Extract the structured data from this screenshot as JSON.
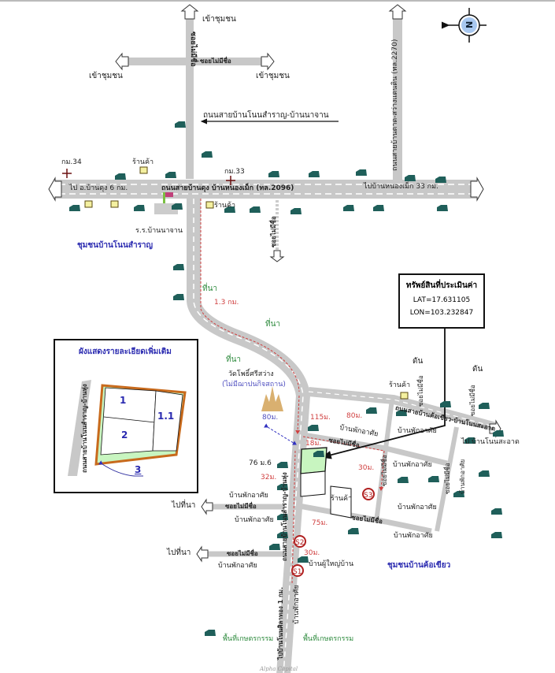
{
  "north_label": "N",
  "labels": {
    "enter_community_top": "เข้าชุมชน",
    "enter_community_left": "เข้าชุมชน",
    "enter_community_right": "เข้าชุมชน",
    "soi_no_name_vertical_top": "ซอยไม่มีชื่อ",
    "soi_no_name_horizontal_top": "ซอยไม่มีชื่อ",
    "road_bonsaran_nachan": "ถนนสายบ้านโนนสำราญ-บ้านนาจาน",
    "road_2270": "ถนนสายบ้านตาด-สว่างแดนดิน (ทล.2270)",
    "km34": "กม.34",
    "km33": "กม.33",
    "shop_1": "ร้านค้า",
    "shop_2": "ร้านค้า",
    "shop_3": "ร้านค้า",
    "shop_4": "ร้านค้า",
    "to_bankhung": "ไป อ.บ้านดุง 6 กม.",
    "highway_name": "ถนนสายบ้านดุง บ้านหนองเม็ก (ทล.2096)",
    "to_nongmek": "ไปบ้านหนองเม็ก 33 กม.",
    "school": "ร.ร.บ้านนาจาน",
    "community_bonsaran": "ชุมชนบ้านโนนสำราญ",
    "soi_no_name_mid": "ซอยไม่มีชื่อ",
    "rice_field_1": "ที่นา",
    "rice_field_2": "ที่นา",
    "rice_field_3": "ที่นา",
    "dist_13km": "1.3 กม.",
    "temple": "วัดโพธิ์ศรีสว่าง",
    "temple_note": "(ไม่มีฌาปนกิจสถาน)",
    "dist_80m_blue": "80ม.",
    "dist_115m": "115ม.",
    "dist_80m": "80ม.",
    "dist_18m": "18ม.",
    "dist_32m": "32ม.",
    "dist_30m_right": "30ม.",
    "dist_75m": "75ม.",
    "dist_30m_bottom": "30ม.",
    "house_76": "76 ม.6",
    "forest_1": "ดัน",
    "forest_2": "ดัน",
    "road_khokhiao_bonsaat": "ถนนสายบ้านค้อเขียว-บ้านโนนสะอาด",
    "to_bonsaat": "ไป บ้านโนนสะอาด",
    "soi_right_1": "ซอยไม่มีชื่อ",
    "soi_right_2": "ซอยไม่มีชื่อ",
    "soi_right_3": "ซอยไม่มีชื่อ",
    "soi_right_4": "ซอยไม่มีชื่อ",
    "soi_inner": "ซอยไม่มีชื่อ",
    "soi_bottom": "ซอยไม่มีชื่อ",
    "soi_left_1": "ซอยไม่มีชื่อ",
    "soi_left_2": "ซอยไม่มีชื่อ",
    "to_field_1": "ไปที่นา",
    "to_field_2": "ไปที่นา",
    "residence_1": "บ้านพักอาศัย",
    "residence_2": "บ้านพักอาศัย",
    "residence_3": "บ้านพักอาศัย",
    "residence_4": "บ้านพักอาศัย",
    "residence_5": "บ้านพักอาศัย",
    "residence_6": "บ้านพักอาศัย",
    "residence_7": "บ้านพักอาศัย",
    "residence_8": "บ้านพักอาศัย",
    "residence_9": "บ้านพักอาศัย",
    "residence_10": "บ้านพักอาศัย",
    "headman_house": "บ้านผู้ใหญ่บ้าน",
    "community_khokhiao": "ชุมชนบ้านค้อเขียว",
    "main_road_vertical": "ถนนสายบ้านโนนสำราญ-บ้านหุ่ง",
    "to_bonsila": "ไปบ้านโนนศิลาทอง 1 กม.",
    "farmland_1": "พื้นที่เกษตรกรรม",
    "farmland_2": "พื้นที่เกษตรกรรม",
    "s1": "S1",
    "s2": "S2",
    "s3": "S3",
    "watermark": "Alpha Capital"
  },
  "property_box": {
    "title": "ทรัพย์สินที่ประเมินค่า",
    "lat": "LAT=17.631105",
    "lon": "LON=103.232847"
  },
  "inset": {
    "title": "ผังแสดงรายละเอียดเพิ่มเติม",
    "road_label": "ถนนสายบ้านโนนสำราญ-บ้านหุ่ง",
    "plots": [
      "1",
      "1.1",
      "2",
      "3"
    ]
  },
  "colors": {
    "road": "#c8c8c8",
    "house": "#1f5f5a",
    "subject": "#c8f5c0",
    "distance": "#d04040",
    "community": "#2a2ab0"
  }
}
